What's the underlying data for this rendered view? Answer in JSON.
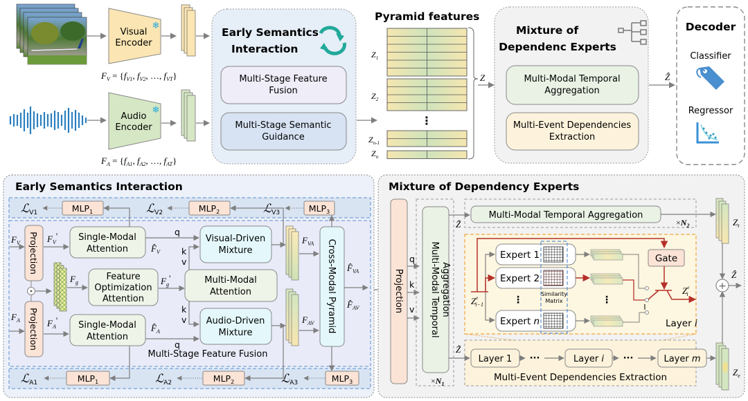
{
  "top": {
    "visual_encoder": {
      "line1": "Visual",
      "line2": "Encoder"
    },
    "audio_encoder": {
      "line1": "Audio",
      "line2": "Encoder"
    },
    "fv_formula": "F_V = {f_V1, f_V2, ..., f_VT}",
    "fv_parts": {
      "lhs": "F",
      "lhs_sub": "V",
      "eq": " = {",
      "f1": "f",
      "s1": "V1",
      "f2": "f",
      "s2": "V2",
      "dots": "…",
      "f3": "f",
      "s3": "VT",
      "close": "}"
    },
    "fa_parts": {
      "lhs": "F",
      "lhs_sub": "A",
      "eq": " = {",
      "f1": "f",
      "s1": "A1",
      "f2": "f",
      "s2": "A2",
      "dots": "…",
      "f3": "f",
      "s3": "AT",
      "close": "}"
    },
    "esi": {
      "title1": "Early Semantics",
      "title2": "Interaction",
      "box1_l1": "Multi-Stage Feature",
      "box1_l2": "Fusion",
      "box2_l1": "Multi-Stage Semantic",
      "box2_l2": "Guidance"
    },
    "pyramid": {
      "title": "Pyramid features",
      "labels": [
        "Z",
        "Z",
        "⋮",
        "Z",
        "Z"
      ],
      "subs": [
        "1",
        "2",
        "",
        "n-1",
        "n"
      ],
      "z_out": "Z"
    },
    "mde": {
      "title1": "Mixture of",
      "title2": "Dependenc Experts",
      "box1_l1": "Multi-Modal Temporal",
      "box1_l2": "Aggregation",
      "box2_l1": "Multi-Event Dependencies",
      "box2_l2": "Extraction",
      "z_in": "Z",
      "z_out": "Ẑ"
    },
    "decoder": {
      "title": "Decoder",
      "classifier": "Classifier",
      "regressor": "Regressor"
    }
  },
  "esi_panel": {
    "title": "Early Semantics Interaction",
    "loss_v": [
      {
        "L": "ℒ",
        "sub": "V1"
      },
      {
        "L": "ℒ",
        "sub": "V2"
      },
      {
        "L": "ℒ",
        "sub": "V3"
      }
    ],
    "loss_a": [
      {
        "L": "ℒ",
        "sub": "A1"
      },
      {
        "L": "ℒ",
        "sub": "A2"
      },
      {
        "L": "ℒ",
        "sub": "A3"
      }
    ],
    "mlp": [
      {
        "t": "MLP",
        "s": "1"
      },
      {
        "t": "MLP",
        "s": "2"
      },
      {
        "t": "MLP",
        "s": "3"
      }
    ],
    "projection": "Projection",
    "single_modal": {
      "l1": "Single-Modal",
      "l2": "Attention"
    },
    "feature_opt": {
      "l1": "Feature",
      "l2": "Optimization",
      "l3": "Attention"
    },
    "visual_driven": {
      "l1": "Visual-Driven",
      "l2": "Mixture"
    },
    "multi_modal": {
      "l1": "Multi-Modal",
      "l2": "Attention"
    },
    "audio_driven": {
      "l1": "Audio-Driven",
      "l2": "Mixture"
    },
    "cross_modal": "Cross-Modal Pyramid",
    "fusion_label": "Multi-Stage Feature Fusion",
    "q": "q",
    "k": "k",
    "v": "v",
    "vars": {
      "F": "F",
      "V": "V",
      "A": "A",
      "g": "g",
      "VA": "VA",
      "AV": "AV",
      "prime": "'",
      "hatF": "F̂"
    },
    "z_out": "Z"
  },
  "mde_panel": {
    "title": "Mixture of Dependency Experts",
    "projection": "Projection",
    "mmta_vertical": {
      "l1": "Multi-Modal Temporal",
      "l2": "Aggregation"
    },
    "mmta_horizontal": "Multi-Modal Temporal Aggregation",
    "n1": {
      "x": "×",
      "N": "N",
      "s": "1"
    },
    "n2": {
      "x": "×",
      "N": "N",
      "s": "2"
    },
    "z_in": "Z",
    "z_tilde": "Z̃",
    "experts": [
      "Expert 1",
      "Expert 2",
      "⋮",
      "Expert "
    ],
    "expert_n_var": "n",
    "similarity": {
      "l1": "Similarity",
      "l2": "Matrix"
    },
    "gate": "Gate",
    "z_prev": {
      "Z": "Z",
      "sup": "e",
      "sub": "i−1"
    },
    "z_cur": {
      "Z": "Z",
      "sup": "e",
      "sub": "i"
    },
    "layer_i_label": {
      "t": "Layer ",
      "v": "i"
    },
    "layers": [
      {
        "t": "Layer 1",
        "v": ""
      },
      {
        "t": "Layer ",
        "v": "i"
      },
      {
        "t": "Layer ",
        "v": "m"
      }
    ],
    "ellipsis": "···",
    "med_label": "Multi-Event Dependencies Extraction",
    "zt": {
      "Z": "Z",
      "s": "t"
    },
    "ze": {
      "Z": "Z",
      "s": "e"
    },
    "z_hat": "Ẑ",
    "plus": "+"
  },
  "colors": {
    "arrow": "#808080",
    "red": "#b5302a",
    "orange_box": "#fbe3d6",
    "green_box": "#eef4e8",
    "cyan_box": "#e4f8fb",
    "blue_panel": "#e8eef8"
  }
}
